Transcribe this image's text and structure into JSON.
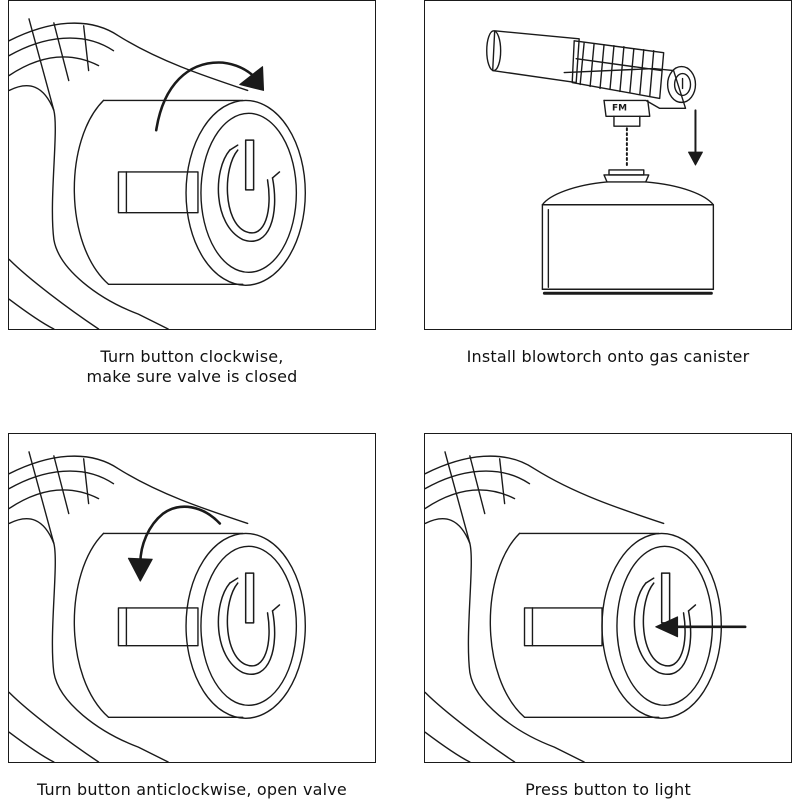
{
  "steps": [
    {
      "caption_line1": "Turn button clockwise,",
      "caption_line2": "make sure valve is closed"
    },
    {
      "caption_line1": "Install blowtorch onto gas canister",
      "caption_line2": ""
    },
    {
      "caption_line1": "Turn button anticlockwise, open valve",
      "caption_line2": ""
    },
    {
      "caption_line1": "Press button to light",
      "caption_line2": ""
    }
  ],
  "torch_label": "FM",
  "colors": {
    "line": "#1a1a1a",
    "background": "#ffffff"
  }
}
